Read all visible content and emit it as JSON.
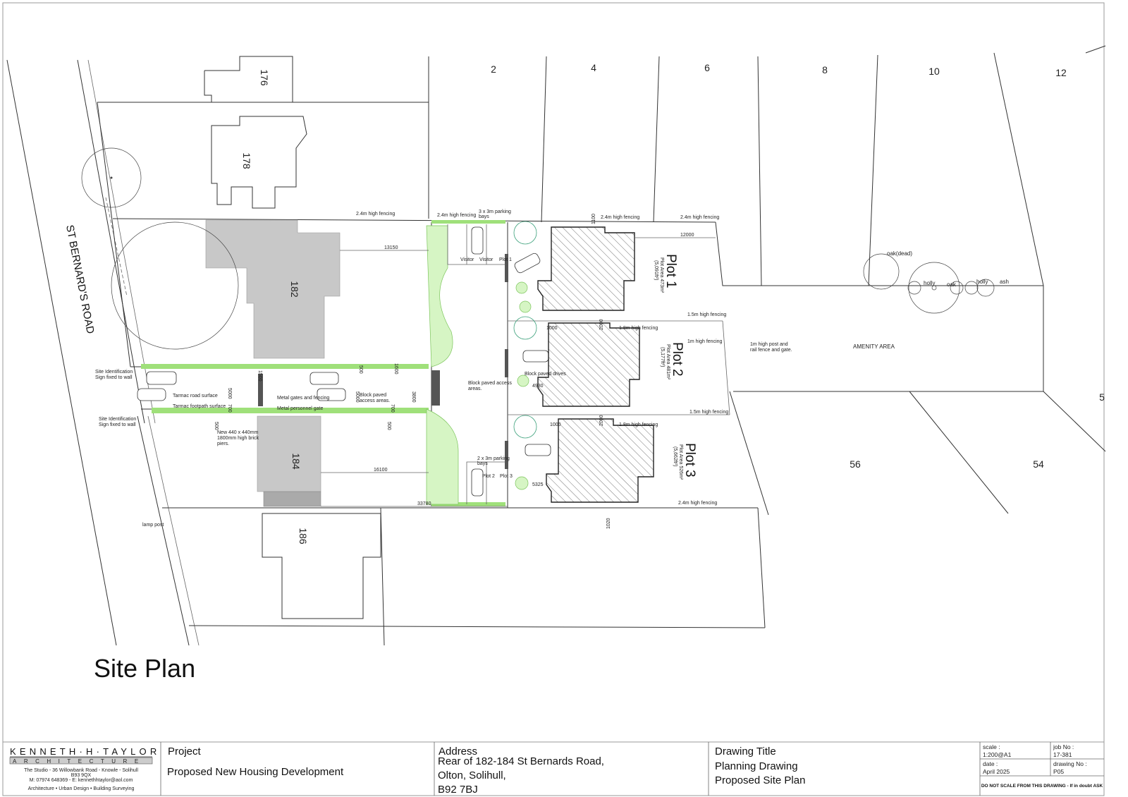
{
  "drawing": {
    "title": "Site Plan",
    "road_name": "ST BERNARD'S ROAD",
    "house_numbers": [
      "176",
      "178",
      "182",
      "184",
      "186",
      "2",
      "4",
      "6",
      "8",
      "10",
      "12",
      "5",
      "56",
      "54"
    ],
    "plots": [
      {
        "name": "Plot 1",
        "area": "Plot Area 473m²",
        "area_sqft": "(5,091ft²)"
      },
      {
        "name": "Plot 2",
        "area": "Plot Area 481m²",
        "area_sqft": "(5,177ft²)"
      },
      {
        "name": "Plot 3",
        "area": "Plot Area 526m²",
        "area_sqft": "(5,662ft²)"
      }
    ],
    "annotations": {
      "fence_24": "2.4m high fencing",
      "fence_18": "1.8m high fencing",
      "fence_15": "1.5m high fencing",
      "fence_1": "1m high fencing",
      "post_rail_1": "1m high post and",
      "post_rail_2": "rail fence and gate.",
      "parking_3_1": "3 x 3m parking",
      "parking_3_2": "bays",
      "parking_2_1": "2 x 3m parking",
      "parking_2_2": "bays",
      "visitor": "Visitor",
      "bay_plot1": "Plot 1",
      "bay_plot2": "Plot 2",
      "bay_plot3": "Plot 3",
      "block_access_1": "Block paved access",
      "block_access_2": "areas.",
      "block_paved_1": "Block paved",
      "block_paved_2": "access areas.",
      "block_drives": "Block paved drives",
      "tarmac_road": "Tarmac road surface",
      "tarmac_foot": "Tarmac footpath surface",
      "metal_gates": "Metal gates and fencing",
      "personnel_gate": "Metal personnel gate",
      "site_id_1": "Site Identification",
      "site_id_2": "Sign fixed to wall",
      "piers_1": "New 440 x 440mm",
      "piers_2": "1800mm high brick",
      "piers_3": "piers.",
      "lamp_post": "lamp post",
      "amenity": "AMENITY   AREA",
      "tree_oak_dead": "oak(dead)",
      "tree_holly": "holly",
      "tree_oak": "oak",
      "tree_ash": "ash"
    },
    "dimensions": {
      "d13150": "13150",
      "d16100": "16100",
      "d33780": "33780",
      "d12000": "12000",
      "d1100": "1100",
      "d1000": "1000",
      "d2000": "2000",
      "d4930": "4930",
      "d5325": "5325",
      "d1020": "1020",
      "d5000": "5000",
      "d700": "700",
      "d500": "500",
      "d1500": "1500",
      "d3800": "3800",
      "d1600": "1600"
    }
  },
  "title_block": {
    "firm_name": "KENNETH·H·TAYLOR",
    "firm_sub": "ARCHITECTURE",
    "firm_address_1": "The Studio - 36 Willowbank Road - Knowle - Solihull",
    "firm_address_2": "B93 9QX",
    "firm_contact": "M: 07974 648369 - E: kennethhtaylor@aol.com",
    "firm_services": "Architecture • Urban Design • Building Surveying",
    "project_label": "Project",
    "project_value": "Proposed New Housing Development",
    "address_label": "Address",
    "address_lines": [
      "Rear of 182-184 St Bernards Road,",
      "Olton, Solihull,",
      "B92 7BJ"
    ],
    "drawing_title_label": "Drawing Title",
    "drawing_title_lines": [
      "Planning Drawing",
      "Proposed Site Plan"
    ],
    "scale_label": "scale :",
    "scale_value": "1:200@A1",
    "date_label": "date :",
    "date_value": "April 2025",
    "job_label": "job No :",
    "job_value": "17-381",
    "drawing_no_label": "drawing No :",
    "drawing_no_value": "P05",
    "warning": "DO NOT SCALE FROM THIS DRAWING - If in doubt ASK"
  }
}
